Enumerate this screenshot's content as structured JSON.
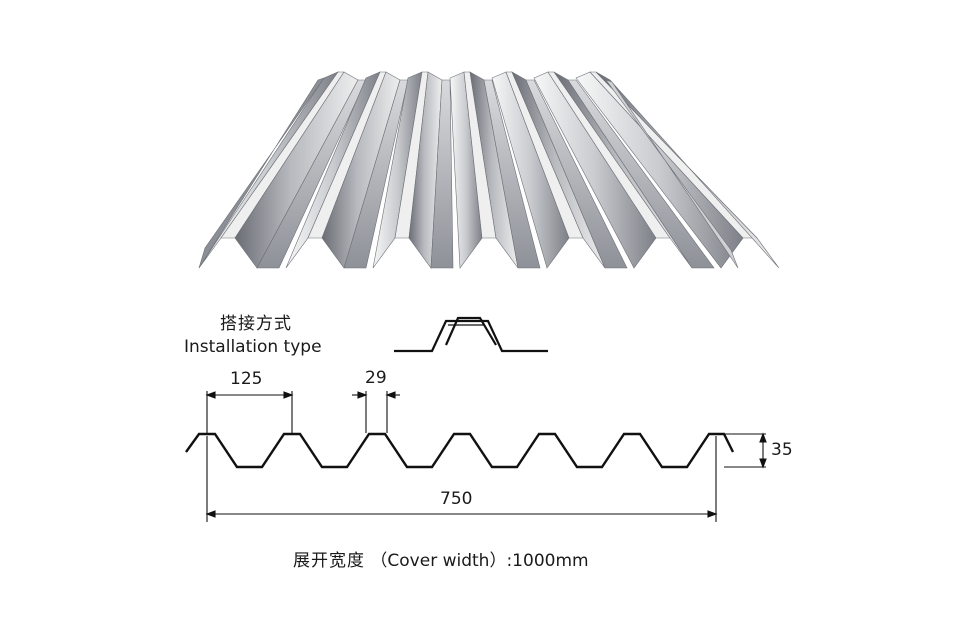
{
  "installation": {
    "label_cn": "搭接方式",
    "label_en": "Installation type"
  },
  "dimensions": {
    "pitch": "125",
    "rib_top": "29",
    "height": "35",
    "span": "750"
  },
  "cover_width": {
    "label_cn": "展开宽度",
    "label_en": "（Cover width）",
    "value": ":1000mm"
  },
  "colors": {
    "line": "#111111",
    "metal_light": "#f4f4f4",
    "metal_mid": "#a9abb0",
    "metal_dark": "#5c5f66"
  }
}
